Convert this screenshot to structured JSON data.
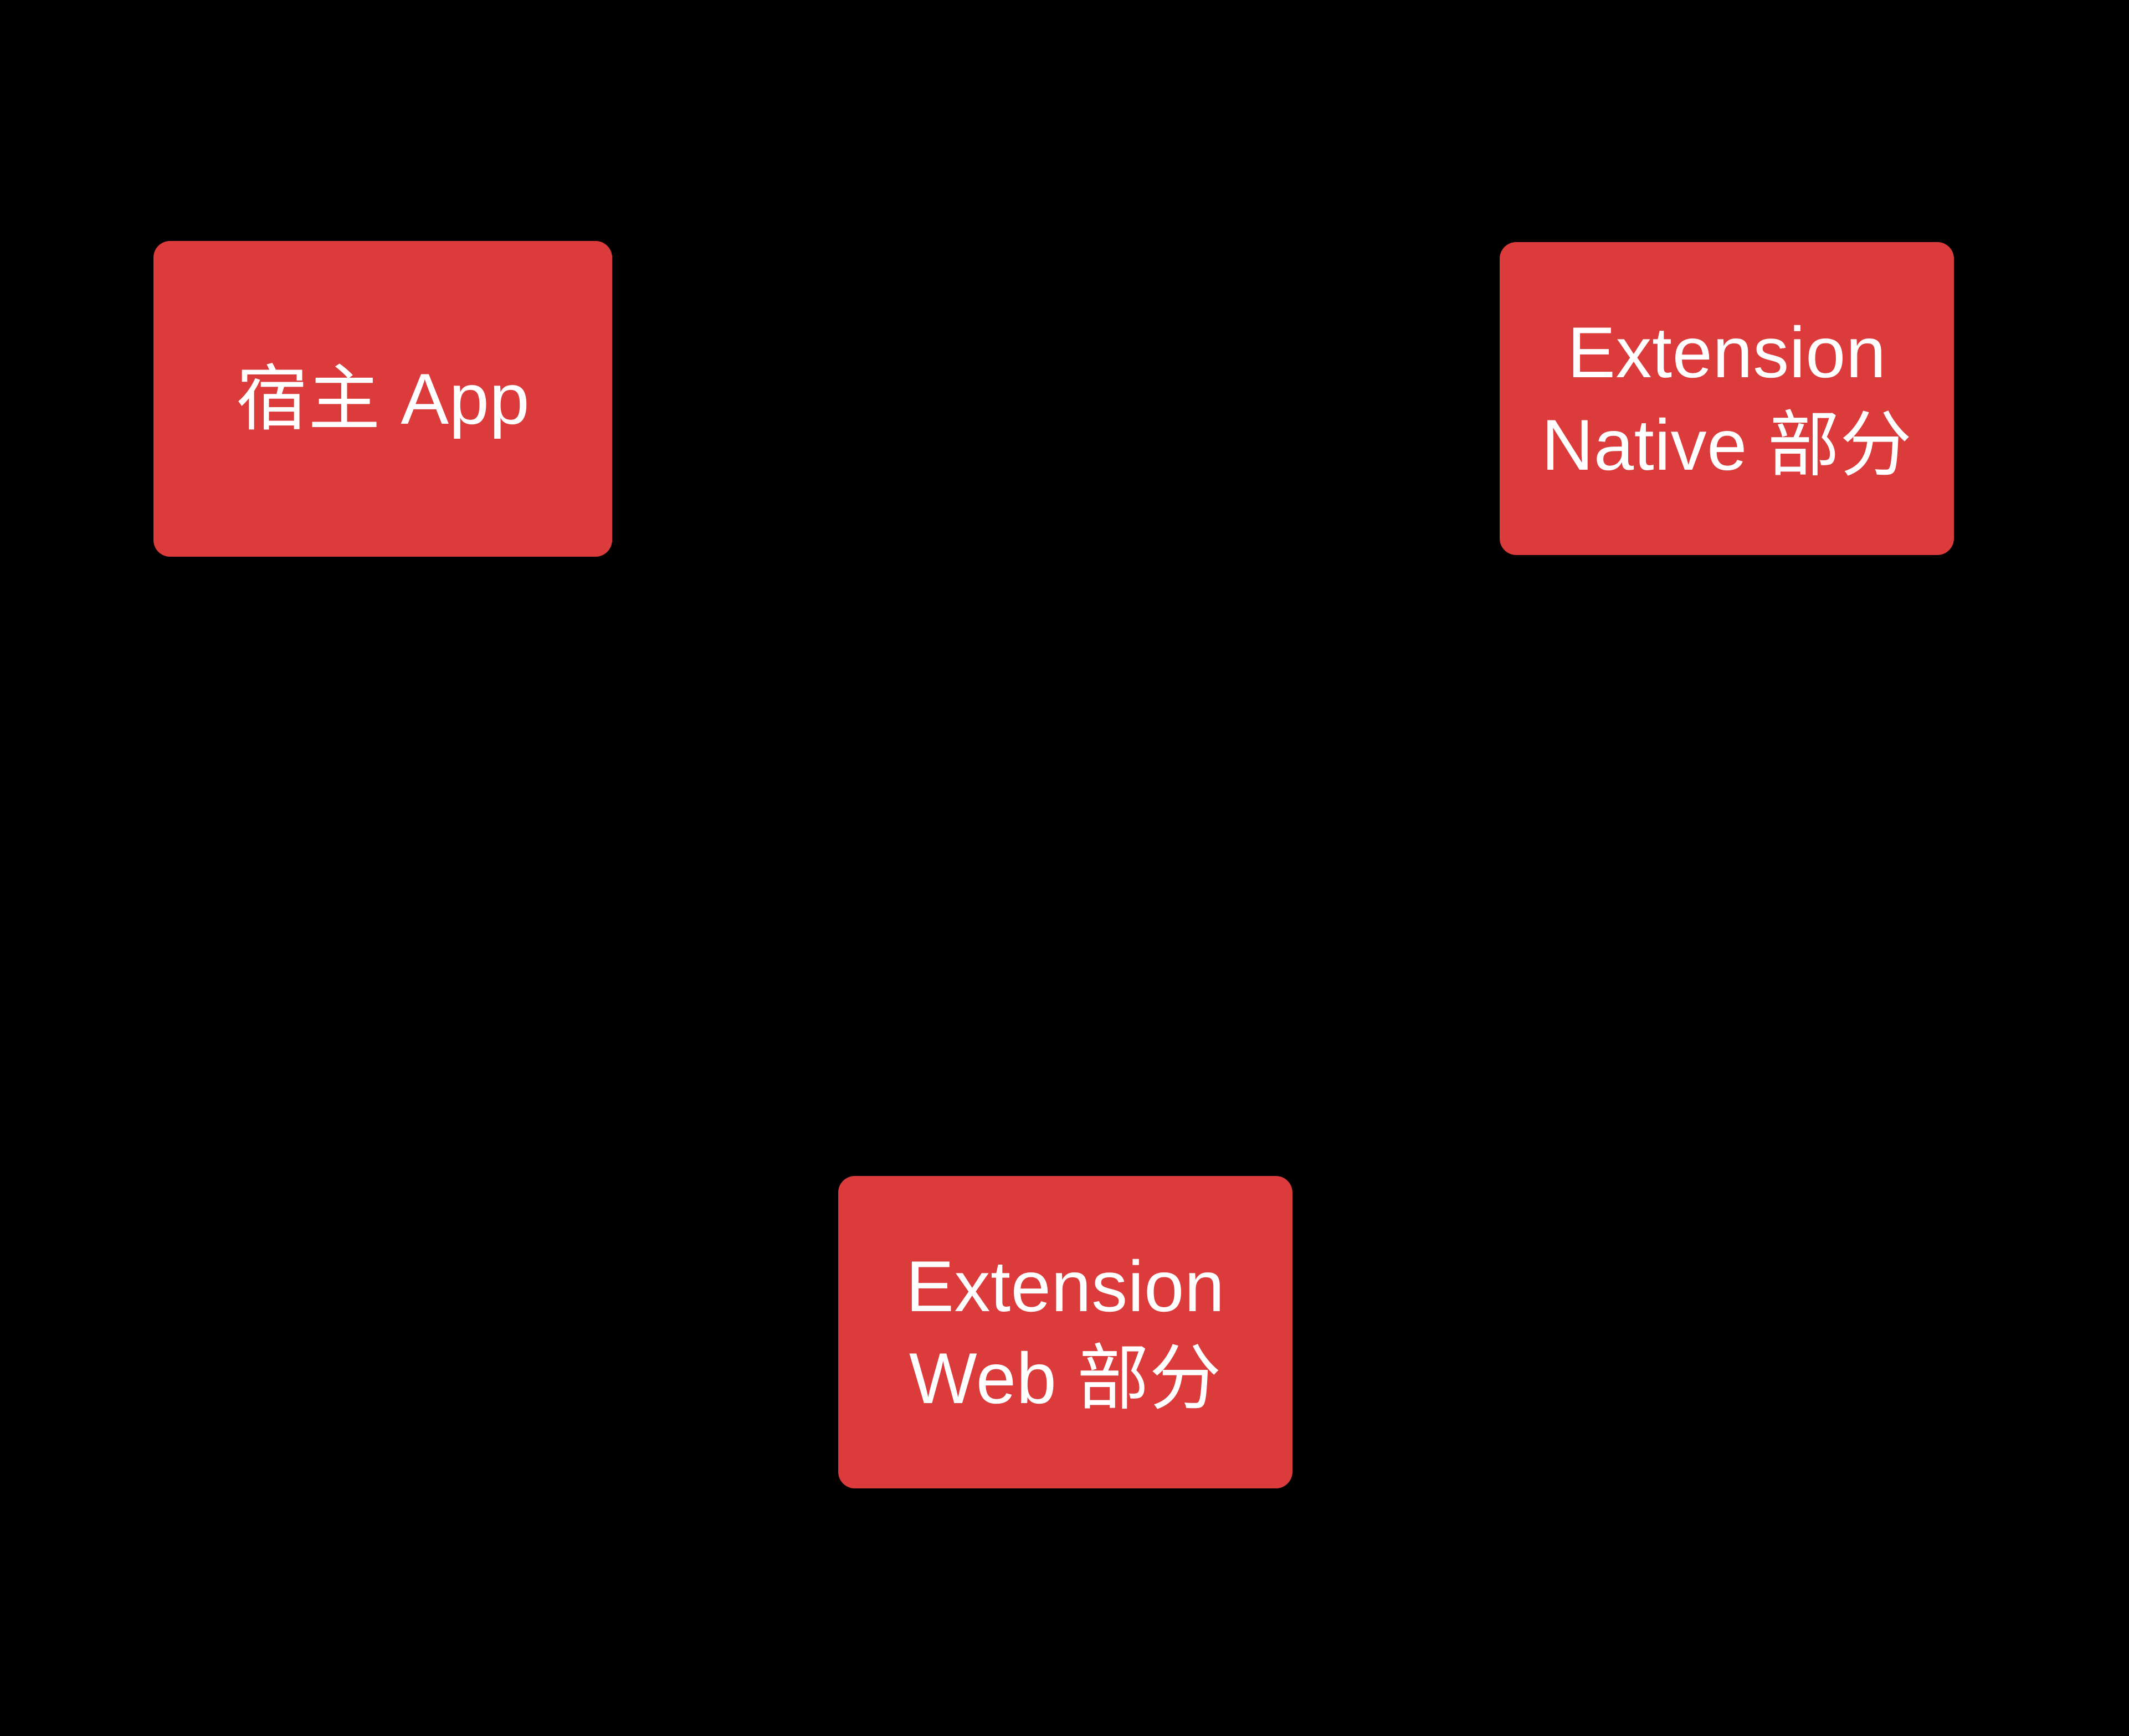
{
  "diagram": {
    "background_color": "#000000",
    "node_fill_color": "#DB3B3B",
    "node_text_color": "#FFFFFF",
    "nodes": [
      {
        "id": "host-app",
        "label": "宿主 App",
        "lines": [
          "宿主 App"
        ]
      },
      {
        "id": "extension-native",
        "label": "Extension\nNative 部分",
        "lines": [
          "Extension",
          "Native 部分"
        ]
      },
      {
        "id": "extension-web",
        "label": "Extension\nWeb 部分",
        "lines": [
          "Extension",
          "Web 部分"
        ]
      }
    ],
    "connections": []
  }
}
